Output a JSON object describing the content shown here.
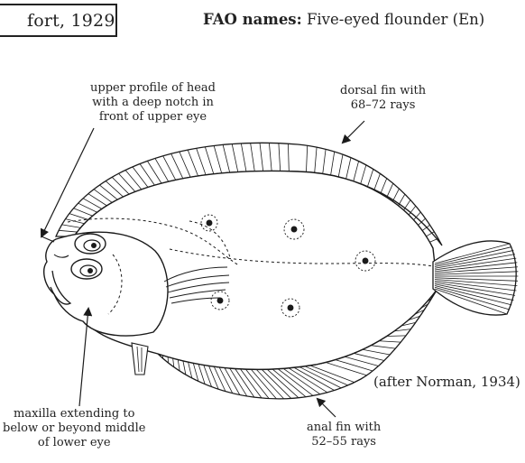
{
  "header": {
    "species_fragment": "fort, 1929",
    "fao_label": "FAO names:",
    "fao_value": "Five-eyed flounder (En)"
  },
  "annotations": {
    "head_profile": [
      "upper profile of head",
      "with a deep notch in",
      "front of upper eye"
    ],
    "dorsal_fin": [
      "dorsal fin with",
      "68–72 rays"
    ],
    "maxilla": [
      "maxilla extending to",
      "below or beyond middle",
      "of lower eye"
    ],
    "anal_fin": [
      "anal fin with",
      "52–55 rays"
    ]
  },
  "credit": "(after Norman, 1934)",
  "illustration": {
    "subject": "flatfish line drawing",
    "line_color": "#1a1a1a"
  }
}
